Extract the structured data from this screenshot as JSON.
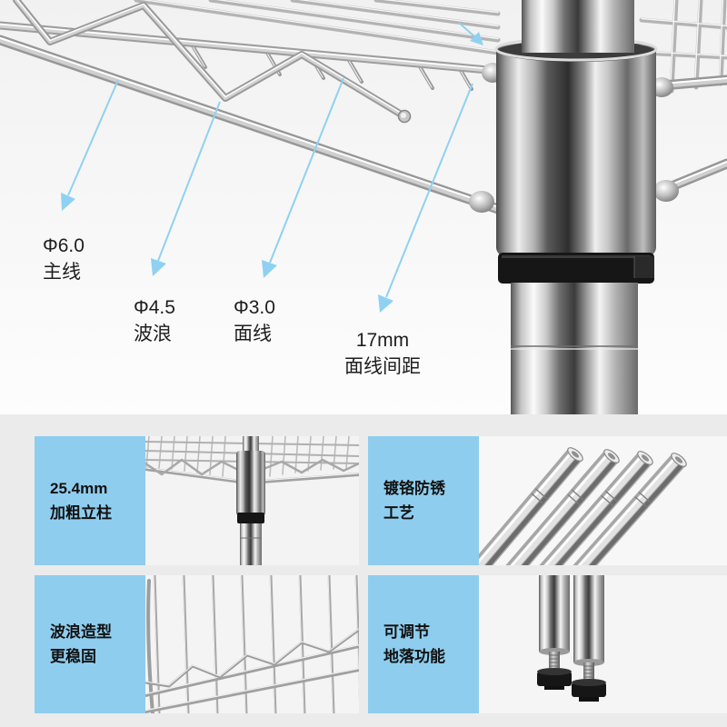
{
  "colors": {
    "accent_blue": "#8ecdee",
    "pointer_blue": "#8fd1f0",
    "panel_background": "#ebebeb",
    "text": "#1e1e1e"
  },
  "hero": {
    "specs": [
      {
        "size": "Φ6.0",
        "name": "主线"
      },
      {
        "size": "Φ4.5",
        "name": "波浪"
      },
      {
        "size": "Φ3.0",
        "name": "面线"
      },
      {
        "size": "17mm",
        "name": "面线间距"
      }
    ]
  },
  "features": [
    {
      "line1": "25.4mm",
      "line2": "加粗立柱"
    },
    {
      "line1": "镀铬防锈",
      "line2": "工艺"
    },
    {
      "line1": "波浪造型",
      "line2": "更稳固"
    },
    {
      "line1": "可调节",
      "line2": "地落功能"
    }
  ]
}
